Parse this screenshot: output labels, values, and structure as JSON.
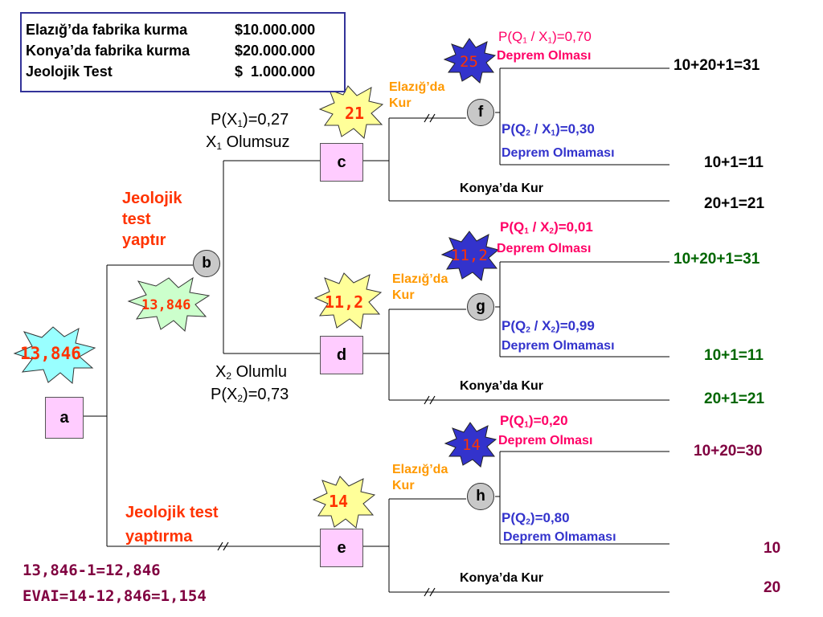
{
  "info": {
    "rows": [
      {
        "label": "Elazığ’da fabrika kurma",
        "amount": "$10.000.000"
      },
      {
        "label": "Konya’da fabrika kurma",
        "amount": "$20.000.000"
      },
      {
        "label": "Jeolojik Test",
        "amount": "$  1.000.000"
      }
    ]
  },
  "nodes": {
    "a": "a",
    "b": "b",
    "c": "c",
    "d": "d",
    "e": "e",
    "f": "f",
    "g": "g",
    "h": "h"
  },
  "stars": {
    "root": "13,846",
    "b": "13,846",
    "c": "21",
    "d": "11,2",
    "e": "14",
    "f": "25",
    "g": "11,2",
    "h": "14"
  },
  "branches": {
    "test": "Jeolojik test yaptır",
    "test_lines": [
      "Jeolojik",
      "test",
      "yaptır"
    ],
    "no_test_lines": [
      "Jeolojik test",
      "yaptırma"
    ],
    "x1_prob": "P(X1)=0,27",
    "x1_label": "X1 Olumsuz",
    "x2_label": "X2 Olumlu",
    "x2_prob": "P(X2)=0,73",
    "elazig": [
      "Elazığ’da",
      "Kur"
    ],
    "konya": "Konya’da Kur"
  },
  "chance": {
    "f": {
      "q1": "P(Q1 / X1)=0,70",
      "q1_label": "Deprem Olması",
      "q2": "P(Q2 / X1)=0,30",
      "q2_label": "Deprem Olmaması"
    },
    "g": {
      "q1": "P(Q1 / X2)=0,01",
      "q1_label": "Deprem Olması",
      "q2": "P(Q2 / X2)=0,99",
      "q2_label": "Deprem Olmaması"
    },
    "h": {
      "q1": "P(Q1)=0,20",
      "q1_label": "Deprem Olması",
      "q2": "P(Q2)=0,80",
      "q2_label": "Deprem Olmaması"
    }
  },
  "outcomes": {
    "c1": "10+20+1=31",
    "c2": "10+1=11",
    "c3": "20+1=21",
    "d1": "10+20+1=31",
    "d2": "10+1=11",
    "d3": "20+1=21",
    "e1": "10+20=30",
    "e2": "10",
    "e3": "20"
  },
  "footer": {
    "line1": "13,846-1=12,846",
    "line2": "EVAI=14-12,846=1,154"
  },
  "colors": {
    "box_fill": "#ffccff",
    "circle_fill": "#c8c8c8",
    "probability": "#ff0066",
    "q2": "#3333cc",
    "elazig": "#ff9900",
    "branch_label": "#ff3300",
    "star_blue": "#3333cc",
    "star_yellow": "#ffff99",
    "star_green": "#ccffcc",
    "star_cyan": "#99ffff",
    "outcome_green": "#006600",
    "outcome_maroon": "#800040"
  }
}
